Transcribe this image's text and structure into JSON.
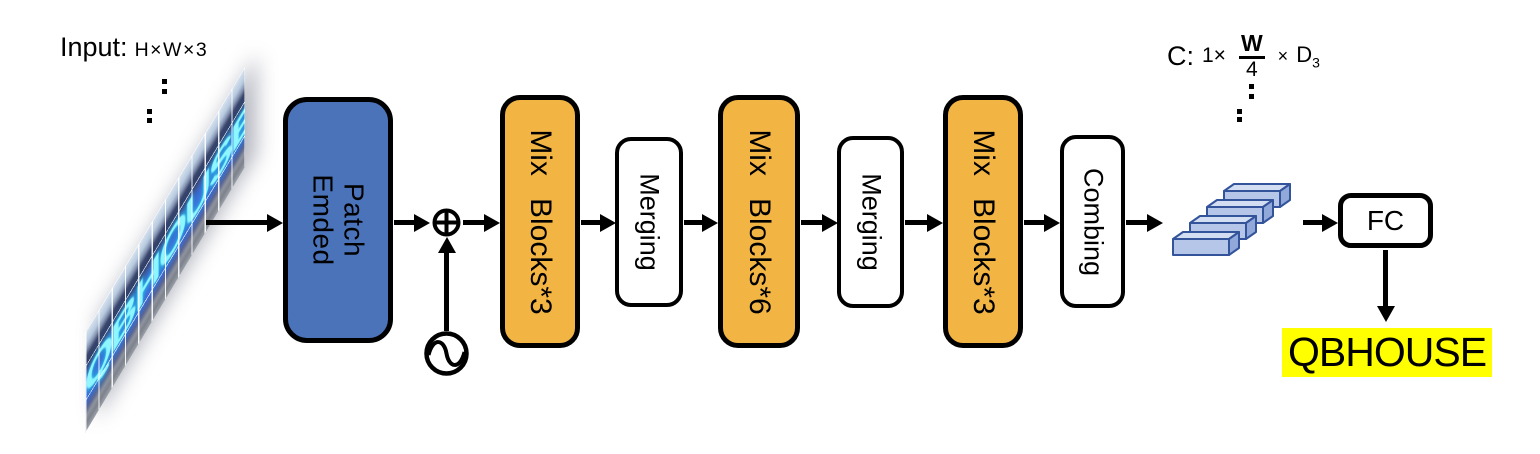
{
  "colors": {
    "patch_embed_blue": "#4b73b9",
    "mix_block_orange": "#f2b544",
    "token_bar_fill": "#b5c6e8",
    "token_bar_edge": "#33539b",
    "prediction_highlight": "#ffff00",
    "sign_text_cyan": "#8df6ff",
    "line_black": "#000000"
  },
  "input": {
    "label": "Input:",
    "dims": "H×W×3",
    "sign_text": "QBHOUSE"
  },
  "encoder": {
    "patch_embed_line1": "Patch",
    "patch_embed_line2": "Emded",
    "stages": [
      {
        "word1": "Mix",
        "word2": "Blocks*3"
      },
      {
        "label": "Merging"
      },
      {
        "word1": "Mix",
        "word2": "Blocks*6"
      },
      {
        "label": "Merging"
      },
      {
        "word1": "Mix",
        "word2": "Blocks*3"
      },
      {
        "label": "Combing"
      }
    ]
  },
  "head": {
    "fc_label": "FC",
    "prediction": "QBHOUSE"
  },
  "feature_spec": {
    "prefix": "C:",
    "batch": "1×",
    "numerator": "W",
    "denominator": "4",
    "times": "×",
    "channel": "D",
    "channel_sub": "3"
  },
  "icons": {
    "add": "circle-plus-icon",
    "positional_encoding": "sine-wave-icon",
    "feature_tokens": "stacked-3d-bars-icon"
  }
}
